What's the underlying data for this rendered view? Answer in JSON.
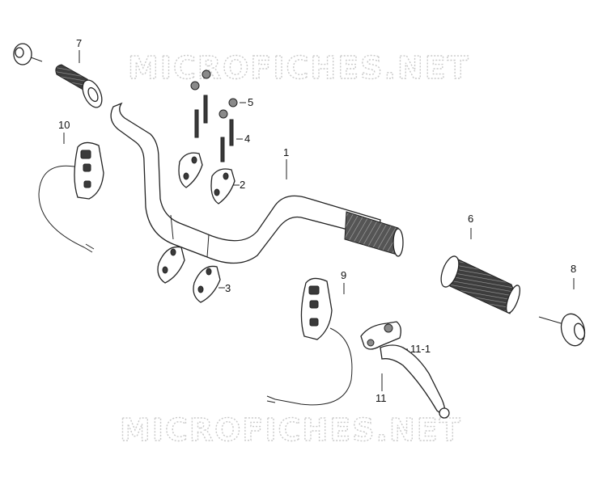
{
  "watermark": {
    "text": "MICROFICHES.NET"
  },
  "callouts": {
    "p1": "1",
    "p2": "2",
    "p3": "3",
    "p4": "4",
    "p5": "5",
    "p6": "6",
    "p7": "7",
    "p8": "8",
    "p9": "9",
    "p10": "10",
    "p11": "11",
    "p11_1": "11-1"
  },
  "colors": {
    "line": "#222222",
    "grip": "#3a3a3a",
    "watermark": "#c9c9c9"
  }
}
